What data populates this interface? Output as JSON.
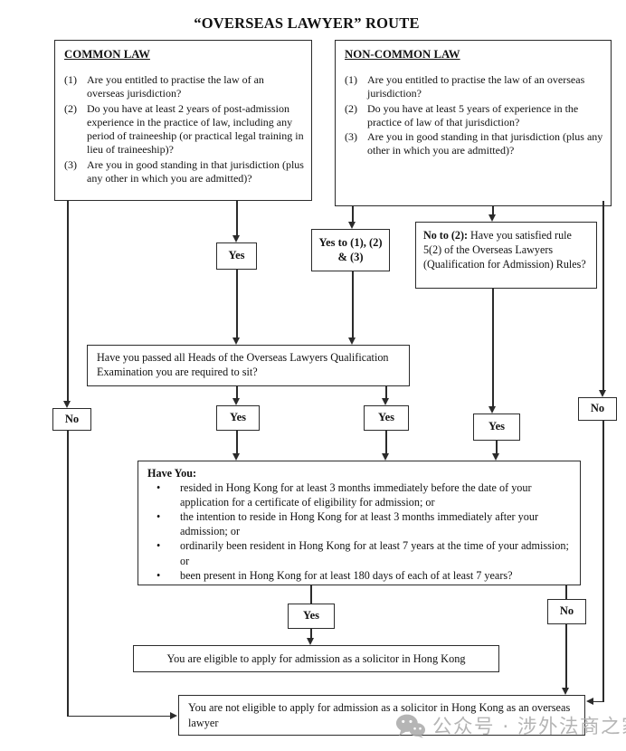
{
  "title": "“OVERSEAS LAWYER” ROUTE",
  "colors": {
    "line": "#2b2b2b",
    "watermark_gray": "#ababab",
    "text": "#111111",
    "background": "#ffffff"
  },
  "common_law": {
    "heading": "COMMON LAW",
    "items": [
      {
        "num": "(1)",
        "text": "Are you entitled to practise the law of an overseas jurisdiction?"
      },
      {
        "num": "(2)",
        "text": "Do you have at least 2 years of post-admission experience in the practice of law, including any period of traineeship (or practical legal training in lieu of traineeship)?"
      },
      {
        "num": "(3)",
        "text": "Are you in good standing in that jurisdiction (plus any other in which you are admitted)?"
      }
    ]
  },
  "non_common_law": {
    "heading": "NON-COMMON LAW",
    "items": [
      {
        "num": "(1)",
        "text": "Are you entitled to practise the law of an overseas jurisdiction?"
      },
      {
        "num": "(2)",
        "text": "Do you have at least 5 years of experience in the practice of law of that jurisdiction?"
      },
      {
        "num": "(3)",
        "text": "Are you in good standing in that jurisdiction (plus any other in which you are admitted)?"
      }
    ]
  },
  "labels": {
    "yes": "Yes",
    "no": "No",
    "yes_to_123": "Yes to (1), (2) & (3)"
  },
  "no_to_2": {
    "prefix": "No to (2):",
    "text": "Have you satisfied rule 5(2) of the Overseas Lawyers (Qualification for Admission) Rules?"
  },
  "oqe_question": "Have you passed all Heads of the Overseas Lawyers Qualification Examination you are required to sit?",
  "have_you": {
    "heading": "Have You:",
    "bullet_char": "•",
    "bullets": [
      "resided in Hong Kong for at least 3 months immediately before the date of your application for a certificate of eligibility for admission; or",
      "the intention to reside in Hong Kong for at least 3 months immediately after your admission; or",
      "ordinarily been resident in Hong Kong for at least 7 years at the time of your admission; or",
      "been present in Hong Kong for at least 180 days of each of at least 7 years?"
    ]
  },
  "outcomes": {
    "eligible": "You are eligible to apply for admission as a solicitor in Hong Kong",
    "not_eligible": "You are not eligible to apply for admission as a solicitor in Hong Kong as an overseas lawyer"
  },
  "watermark": {
    "text": "公众号 · 涉外法商之家"
  }
}
